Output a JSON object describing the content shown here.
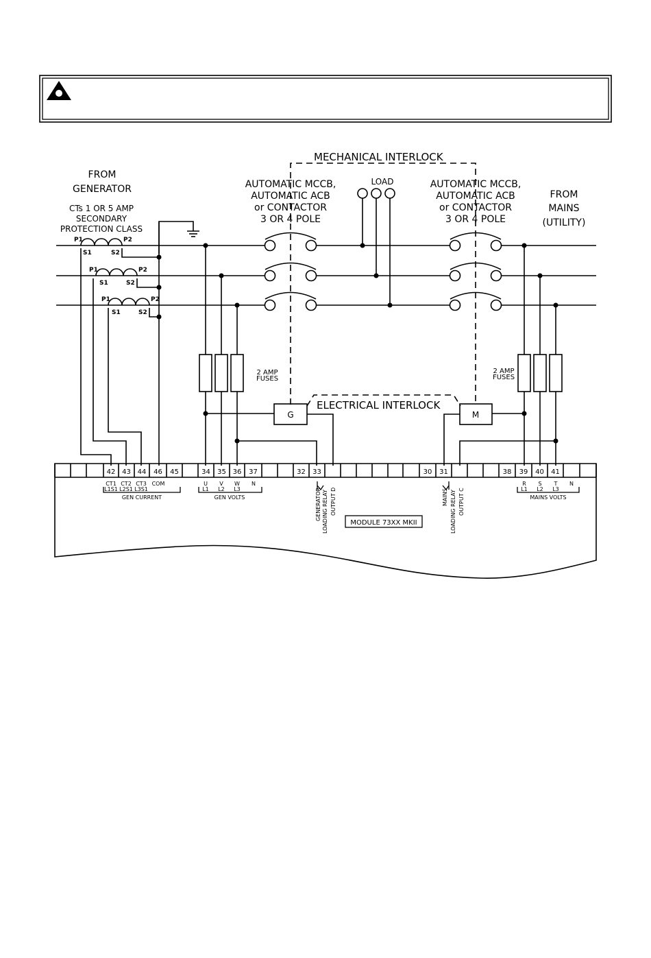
{
  "diagram": {
    "from_generator": [
      "FROM",
      "GENERATOR"
    ],
    "ct_spec": [
      "CTs 1 OR 5 AMP",
      "SECONDARY",
      "PROTECTION CLASS"
    ],
    "ct_terminals": {
      "p1": "P1",
      "p2": "P2",
      "s1": "S1",
      "s2": "S2"
    },
    "mechanical_interlock": "MECHANICAL INTERLOCK",
    "electrical_interlock": "ELECTRICAL INTERLOCK",
    "breaker_label": [
      "AUTOMATIC MCCB,",
      "AUTOMATIC ACB",
      "or CONTACTOR",
      "3 OR 4 POLE"
    ],
    "load": "LOAD",
    "from_mains": [
      "FROM",
      "MAINS",
      "(UTILITY)"
    ],
    "fuses": [
      "2 AMP",
      "FUSES"
    ],
    "coil_generator": "G",
    "coil_mains": "M",
    "terminals": [
      "42",
      "43",
      "44",
      "46",
      "45",
      "34",
      "35",
      "36",
      "37",
      "32",
      "33",
      "30",
      "31",
      "38",
      "39",
      "40",
      "41"
    ],
    "gen_current_top": [
      "CT1",
      "CT2",
      "CT3",
      "COM"
    ],
    "gen_current_bottom": [
      "L1S1",
      "L2S1",
      "L3S1"
    ],
    "gen_current_group": "GEN CURRENT",
    "gen_volts_top": [
      "U",
      "V",
      "W",
      "N"
    ],
    "gen_volts_bottom": [
      "L1",
      "L2",
      "L3"
    ],
    "gen_volts_group": "GEN VOLTS",
    "mains_volts_top": [
      "R",
      "S",
      "T",
      "N"
    ],
    "mains_volts_bottom": [
      "L1",
      "L2",
      "L3"
    ],
    "mains_volts_group": "MAINS VOLTS",
    "gen_relay": [
      "GENERATOR",
      "LOADING RELAY",
      "OUTPUT D"
    ],
    "mains_relay": [
      "MAINS",
      "LOADING RELAY",
      "OUTPUT C"
    ],
    "module": "MODULE 73XX MKII"
  }
}
